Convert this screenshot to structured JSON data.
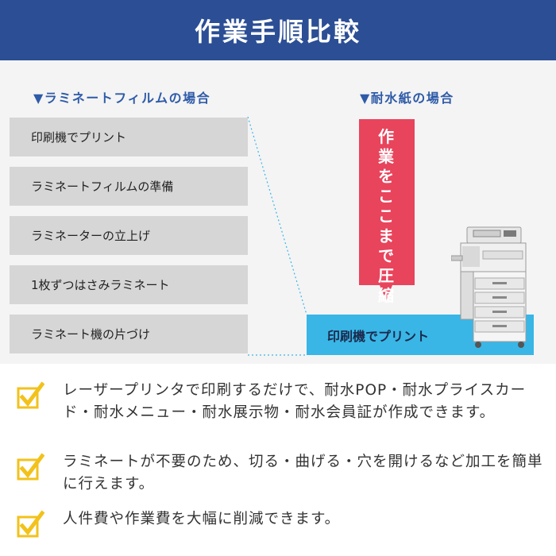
{
  "header": {
    "title": "作業手順比較"
  },
  "left": {
    "heading": "▼ラミネートフィルムの場合",
    "steps": [
      "印刷機でプリント",
      "ラミネートフィルムの準備",
      "ラミネーターの立上げ",
      "1枚ずつはさみラミネート",
      "ラミネート機の片づけ"
    ]
  },
  "right": {
    "heading": "▼耐水紙の場合",
    "banner": "作業をここまで圧縮",
    "print_step": "印刷機でプリント"
  },
  "bullets": [
    "レーザープリンタで印刷するだけで、耐水POP・耐水プライスカード・耐水メニュー・耐水展示物・耐水会員証が作成できます。",
    "ラミネートが不要のため、切る・曲げる・穴を開けるなど加工を簡単に行えます。",
    "人件費や作業費を大幅に削減できます。"
  ],
  "colors": {
    "header_bg": "#2b4e95",
    "accent_blue": "#2e5ba8",
    "banner_red": "#e8445c",
    "print_bar": "#39b6e6",
    "check_yellow": "#f2c21b"
  }
}
